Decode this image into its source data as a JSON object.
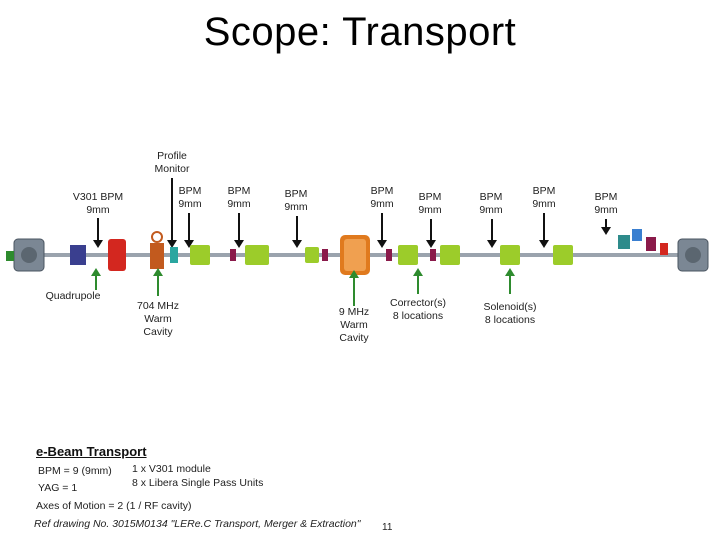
{
  "title": "Scope: Transport",
  "labels": {
    "profile_monitor": [
      "Profile",
      "Monitor"
    ],
    "v301_bpm": [
      "V301 BPM",
      "9mm"
    ],
    "bpm": [
      "BPM",
      "9mm"
    ],
    "quadrupole": "Quadrupole",
    "cavity_704": [
      "704 MHz",
      "Warm",
      "Cavity"
    ],
    "cavity_9": [
      "9 MHz",
      "Warm",
      "Cavity"
    ],
    "corrector": [
      "Corrector(s)",
      "8 locations"
    ],
    "solenoid": [
      "Solenoid(s)",
      "8 locations"
    ]
  },
  "section": {
    "title": "e-Beam Transport",
    "bpm_count": "BPM = 9 (9mm)",
    "yag_count": "YAG = 1",
    "modules": [
      "1 x V301 module",
      "8 x Libera Single Pass Units"
    ],
    "axes": "Axes of Motion = 2 (1 / RF cavity)",
    "reference": "Ref drawing No. 3015M0134 \"LERe.C Transport, Merger & Extraction\"",
    "page_number": "11"
  },
  "colors": {
    "beampipe": "#9aa3ad",
    "quadrupole": "#d3271f",
    "solenoid": "#9ccc2a",
    "cavity_9mhz": "#e07a1e",
    "bpm_arrow": "#111111",
    "component_arrow": "#2e8b2e",
    "corrector": "#8a1a4a"
  }
}
